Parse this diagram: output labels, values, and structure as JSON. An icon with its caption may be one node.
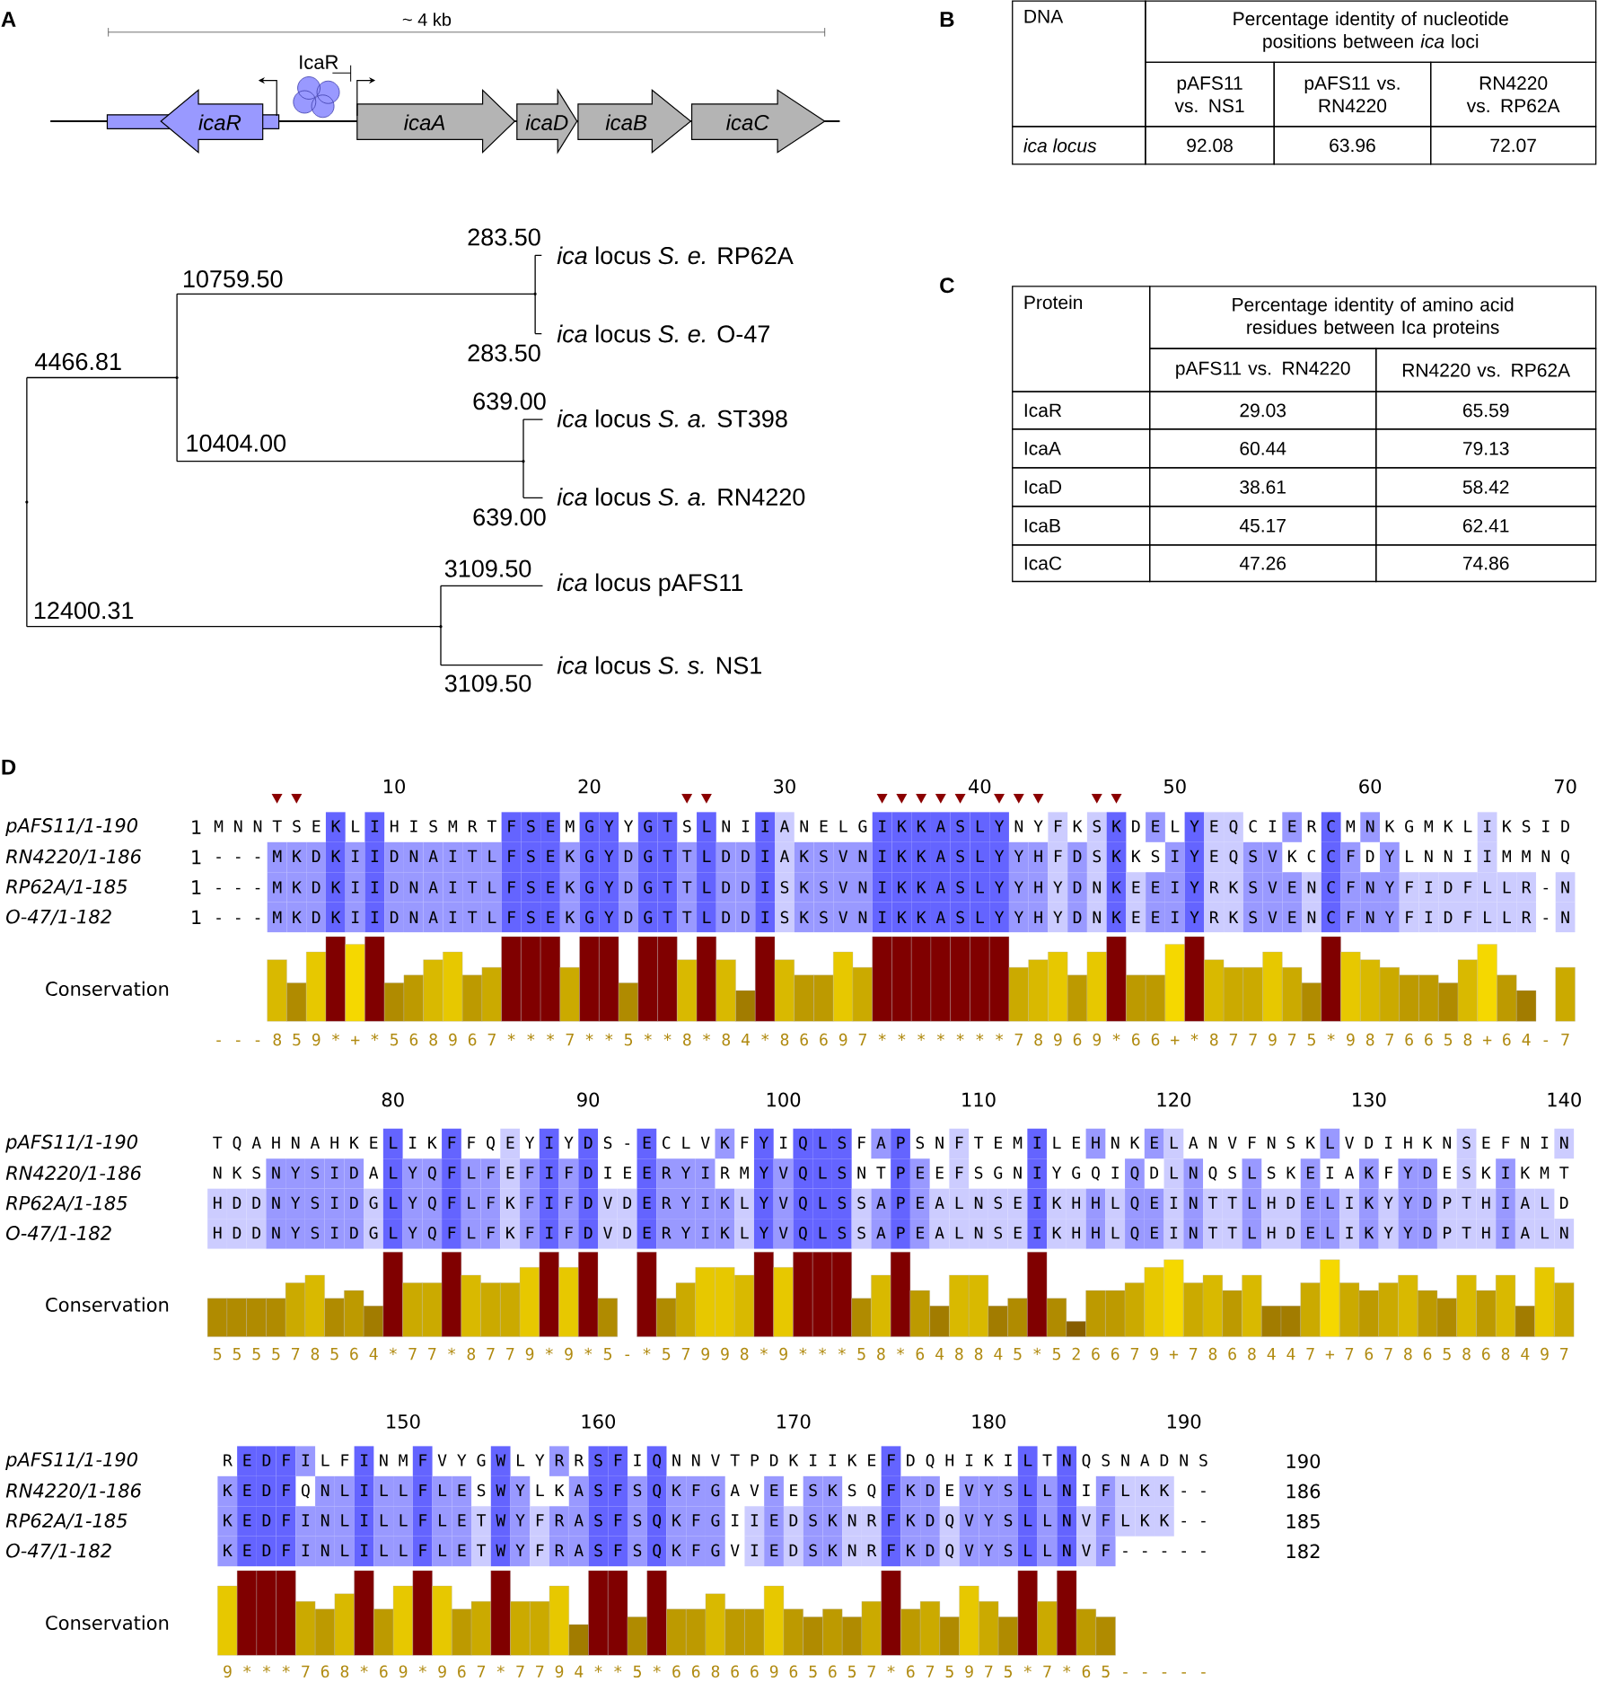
{
  "diagram": {
    "nodes": [
      {
        "text": [
          "icaR"
        ]
      },
      {
        "text": [
          "icaA"
        ]
      },
      {
        "text": [
          "icaD"
        ]
      },
      {
        "text": [
          "icaB"
        ]
      },
      {
        "text": [
          "icaC"
        ]
      }
    ],
    "labels": [
      "A",
      "~ 4 kb",
      "IcaR",
      "283.50",
      "*ica* locus *S. e.* RP62A",
      "10759.50",
      "*ica* locus *S. e.* O-47",
      "283.50",
      "4466.81",
      "639.00",
      "*ica* locus *S. a.* ST398",
      "10404.00",
      "*ica* locus *S. a.* RN4220",
      "639.00",
      "3109.50",
      "*ica* locus pAFS11",
      "12400.31",
      "*ica* locus *S. s.* NS1",
      "3109.50",
      "B",
      "DNA",
      "Percentage identity of nucleotide positions between *ica* loci",
      "pAFS11 vs. NS1",
      "pAFS11 vs. RN4220",
      "RN4220 vs. RP62A",
      "ica locus",
      "92.08",
      "63.96",
      "72.07",
      "C",
      "Protein",
      "Percentage identity of amino acid residues between Ica proteins",
      "pAFS11 vs. RN4220",
      "RN4220 vs. RP62A",
      "IcaR",
      "29.03",
      "65.59",
      "IcaA",
      "60.44",
      "79.13",
      "IcaD",
      "38.61",
      "58.42",
      "IcaB",
      "45.17",
      "62.41",
      "IcaC",
      "47.26",
      "74.86",
      "D",
      "10",
      "20",
      "30",
      "40",
      "50",
      "60",
      "70",
      "pAFS11/1-190",
      "1",
      "M N N T S E K L I H I S M R T F S E M G Y Y G T S L N I I A N E L G I K K A S L Y N Y F K S K D E L Y E Q C I E R C M N K G M K L I K S I D",
      "RN4220/1-186",
      "1",
      "- - - M K D K I I D N A I T L F S E K G Y D G T T L D D I A K S V N I K K A S L Y Y H F D S K K S I Y E Q S V K C C F D Y L N N I I M M N Q",
      "RP62A/1-185",
      "1",
      "- - - M K D K I I D N A I T L F S E K G Y D G T T L D D I S K S V N I K K A S L Y Y H Y D N K E E I Y R K S V E N C F N Y F I D F L L R - N",
      "O-47/1-182",
      "1",
      "- - - M K D K I I D N A I T L F S E K G Y D G T T L D D I S K S V N I K K A S L Y Y H Y D N K E E I Y R K S V E N C F N Y F I D F L L R - N",
      "Conservation",
      "- - - 8 5 9 * + * 5 6 8 9 6 7 * * * 7 * * 5 * * 8 * 8 4 * 8 6 6 9 7 * * * * * * * 7 8 9 6 9 * 6 6 + * 8 7 7 9 7 5 * 9 8 7 6 6 5 8 + 6 4 - 7",
      "80",
      "90",
      "100",
      "110",
      "120",
      "130",
      "140",
      "pAFS11/1-190",
      "T Q A H N A H K E L I K F F Q E Y I Y D S - E C L V K F Y I Q L S F A P S N F T E M I L E H N K E L A N V F N S K L V D I H K N S E F N I N",
      "RN4220/1-186",
      "N K S N Y S I D A L Y Q F L F E F I F D I E E R Y I R M Y V Q L S N T P E E F S G N I Y G Q I Q D L N Q S L S K E I A K F Y D E S K I K M T",
      "RP62A/1-185",
      "H D D N Y S I D G L Y Q F L F K F I F D V D E R Y I K L Y V Q L S S A P E A L N S E I K H H L Q E I N T T L H D E L I K Y Y D P T H I A L D",
      "O-47/1-182",
      "H D D N Y S I D G L Y Q F L F K F I F D V D E R Y I K L Y V Q L S S A P E A L N S E I K H H L Q E I N T T L H D E L I K Y Y D P T H I A L N",
      "Conservation",
      "5 5 5 5 7 8 5 6 4 * 7 7 * 8 7 7 9 * 9 * 5 - * 5 7 9 9 8 * 9 * * * 5 8 * 6 4 8 8 4 5 * 5 2 6 6 7 9 + 7 8 6 8 4 4 7 + 7 6 7 8 6 5 8 6 8 4 9 7",
      "150",
      "160",
      "170",
      "180",
      "190",
      "pAFS11/1-190",
      "R E D F I L F I N M F V Y G W L Y R R S F I Q N N V T P D K I I K E F D Q H I K I L T N Q S N A D N S",
      "190",
      "RN4220/1-186",
      "K E D F Q N L I L L F L E S W Y L K A S F S Q K F G A V E E S K S Q F K D E V Y S L L N I F L K K - -",
      "186",
      "RP62A/1-185",
      "K E D F I N L I L L F L E T W Y F R A S F S Q K F G I I E D S K N R F K D Q V Y S L L N V F L K K - -",
      "185",
      "O-47/1-182",
      "K E D F I N L I L L F L E T W Y F R A S F S Q K F G V I E D S K N R F K D Q V Y S L L N V F - - - - -",
      "182",
      "Conservation",
      "9 * * * 7 6 8 * 6 9 * 9 6 7 * 7 7 9 4 * * 5 * 6 6 8 6 6 9 6 5 6 5 7 * 6 7 5 9 7 5 * 7 * 6 5 - - - - -"
    ]
  }
}
